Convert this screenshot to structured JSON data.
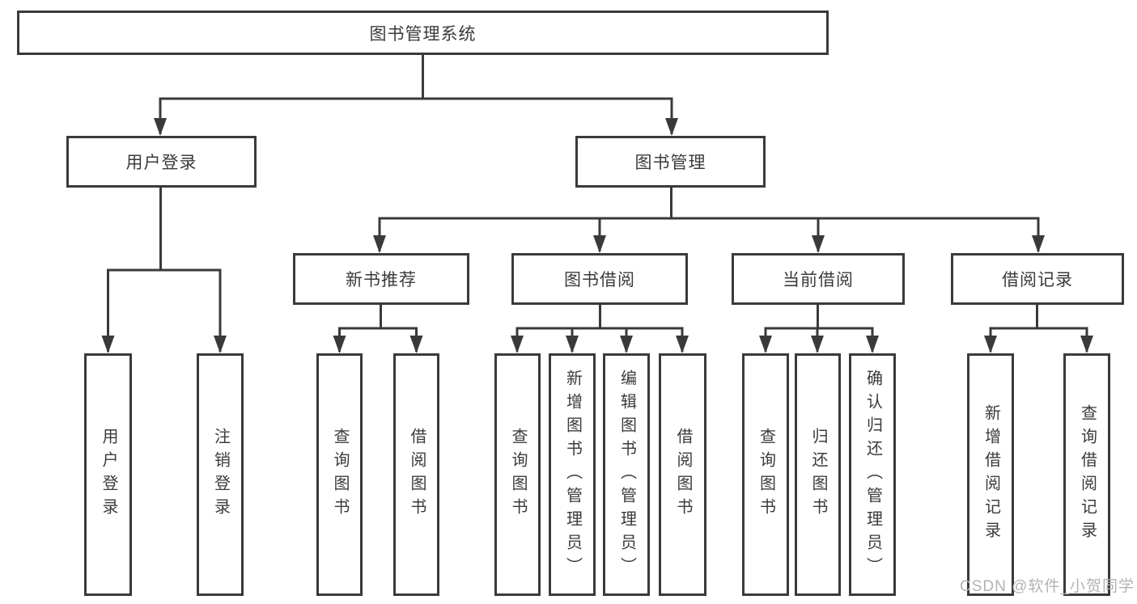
{
  "tree": {
    "root": "图书管理系统",
    "level2": [
      {
        "label": "用户登录",
        "leaves": [
          "用户登录",
          "注销登录"
        ]
      },
      {
        "label": "图书管理",
        "children": [
          {
            "label": "新书推荐",
            "leaves": [
              "查询图书",
              "借阅图书"
            ]
          },
          {
            "label": "图书借阅",
            "leaves": [
              "查询图书",
              "新增图书（管理员）",
              "编辑图书（管理员）",
              "借阅图书"
            ]
          },
          {
            "label": "当前借阅",
            "leaves": [
              "查询图书",
              "归还图书",
              "确认归还（管理员）"
            ]
          },
          {
            "label": "借阅记录",
            "leaves": [
              "新增借阅记录",
              "查询借阅记录"
            ]
          }
        ]
      }
    ]
  },
  "watermark": "CSDN @软件_小贺同学",
  "colors": {
    "line": "#3a3a3a",
    "box_background": "#ffffff",
    "text": "#3b3b3b",
    "watermark": "#b3b3b3"
  }
}
